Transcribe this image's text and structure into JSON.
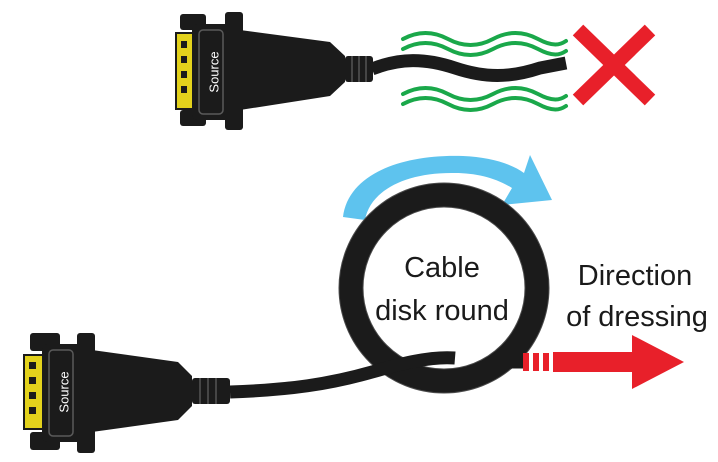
{
  "connector_label": "Source",
  "loop_label": {
    "line1": "Cable",
    "line2": "disk round"
  },
  "direction_label": {
    "line1": "Direction",
    "line2": "of dressing"
  },
  "colors": {
    "cable": "#1b1b1b",
    "connector_pins": "#e3d21c",
    "wave": "#1aa84a",
    "cross": "#e8202a",
    "rotation_arrow": "#5ec3ee",
    "direction_arrow": "#e8202a"
  },
  "icons": {
    "wrong": "cross-icon",
    "rotation": "curved-arrow-icon",
    "direction": "right-arrow-icon"
  }
}
